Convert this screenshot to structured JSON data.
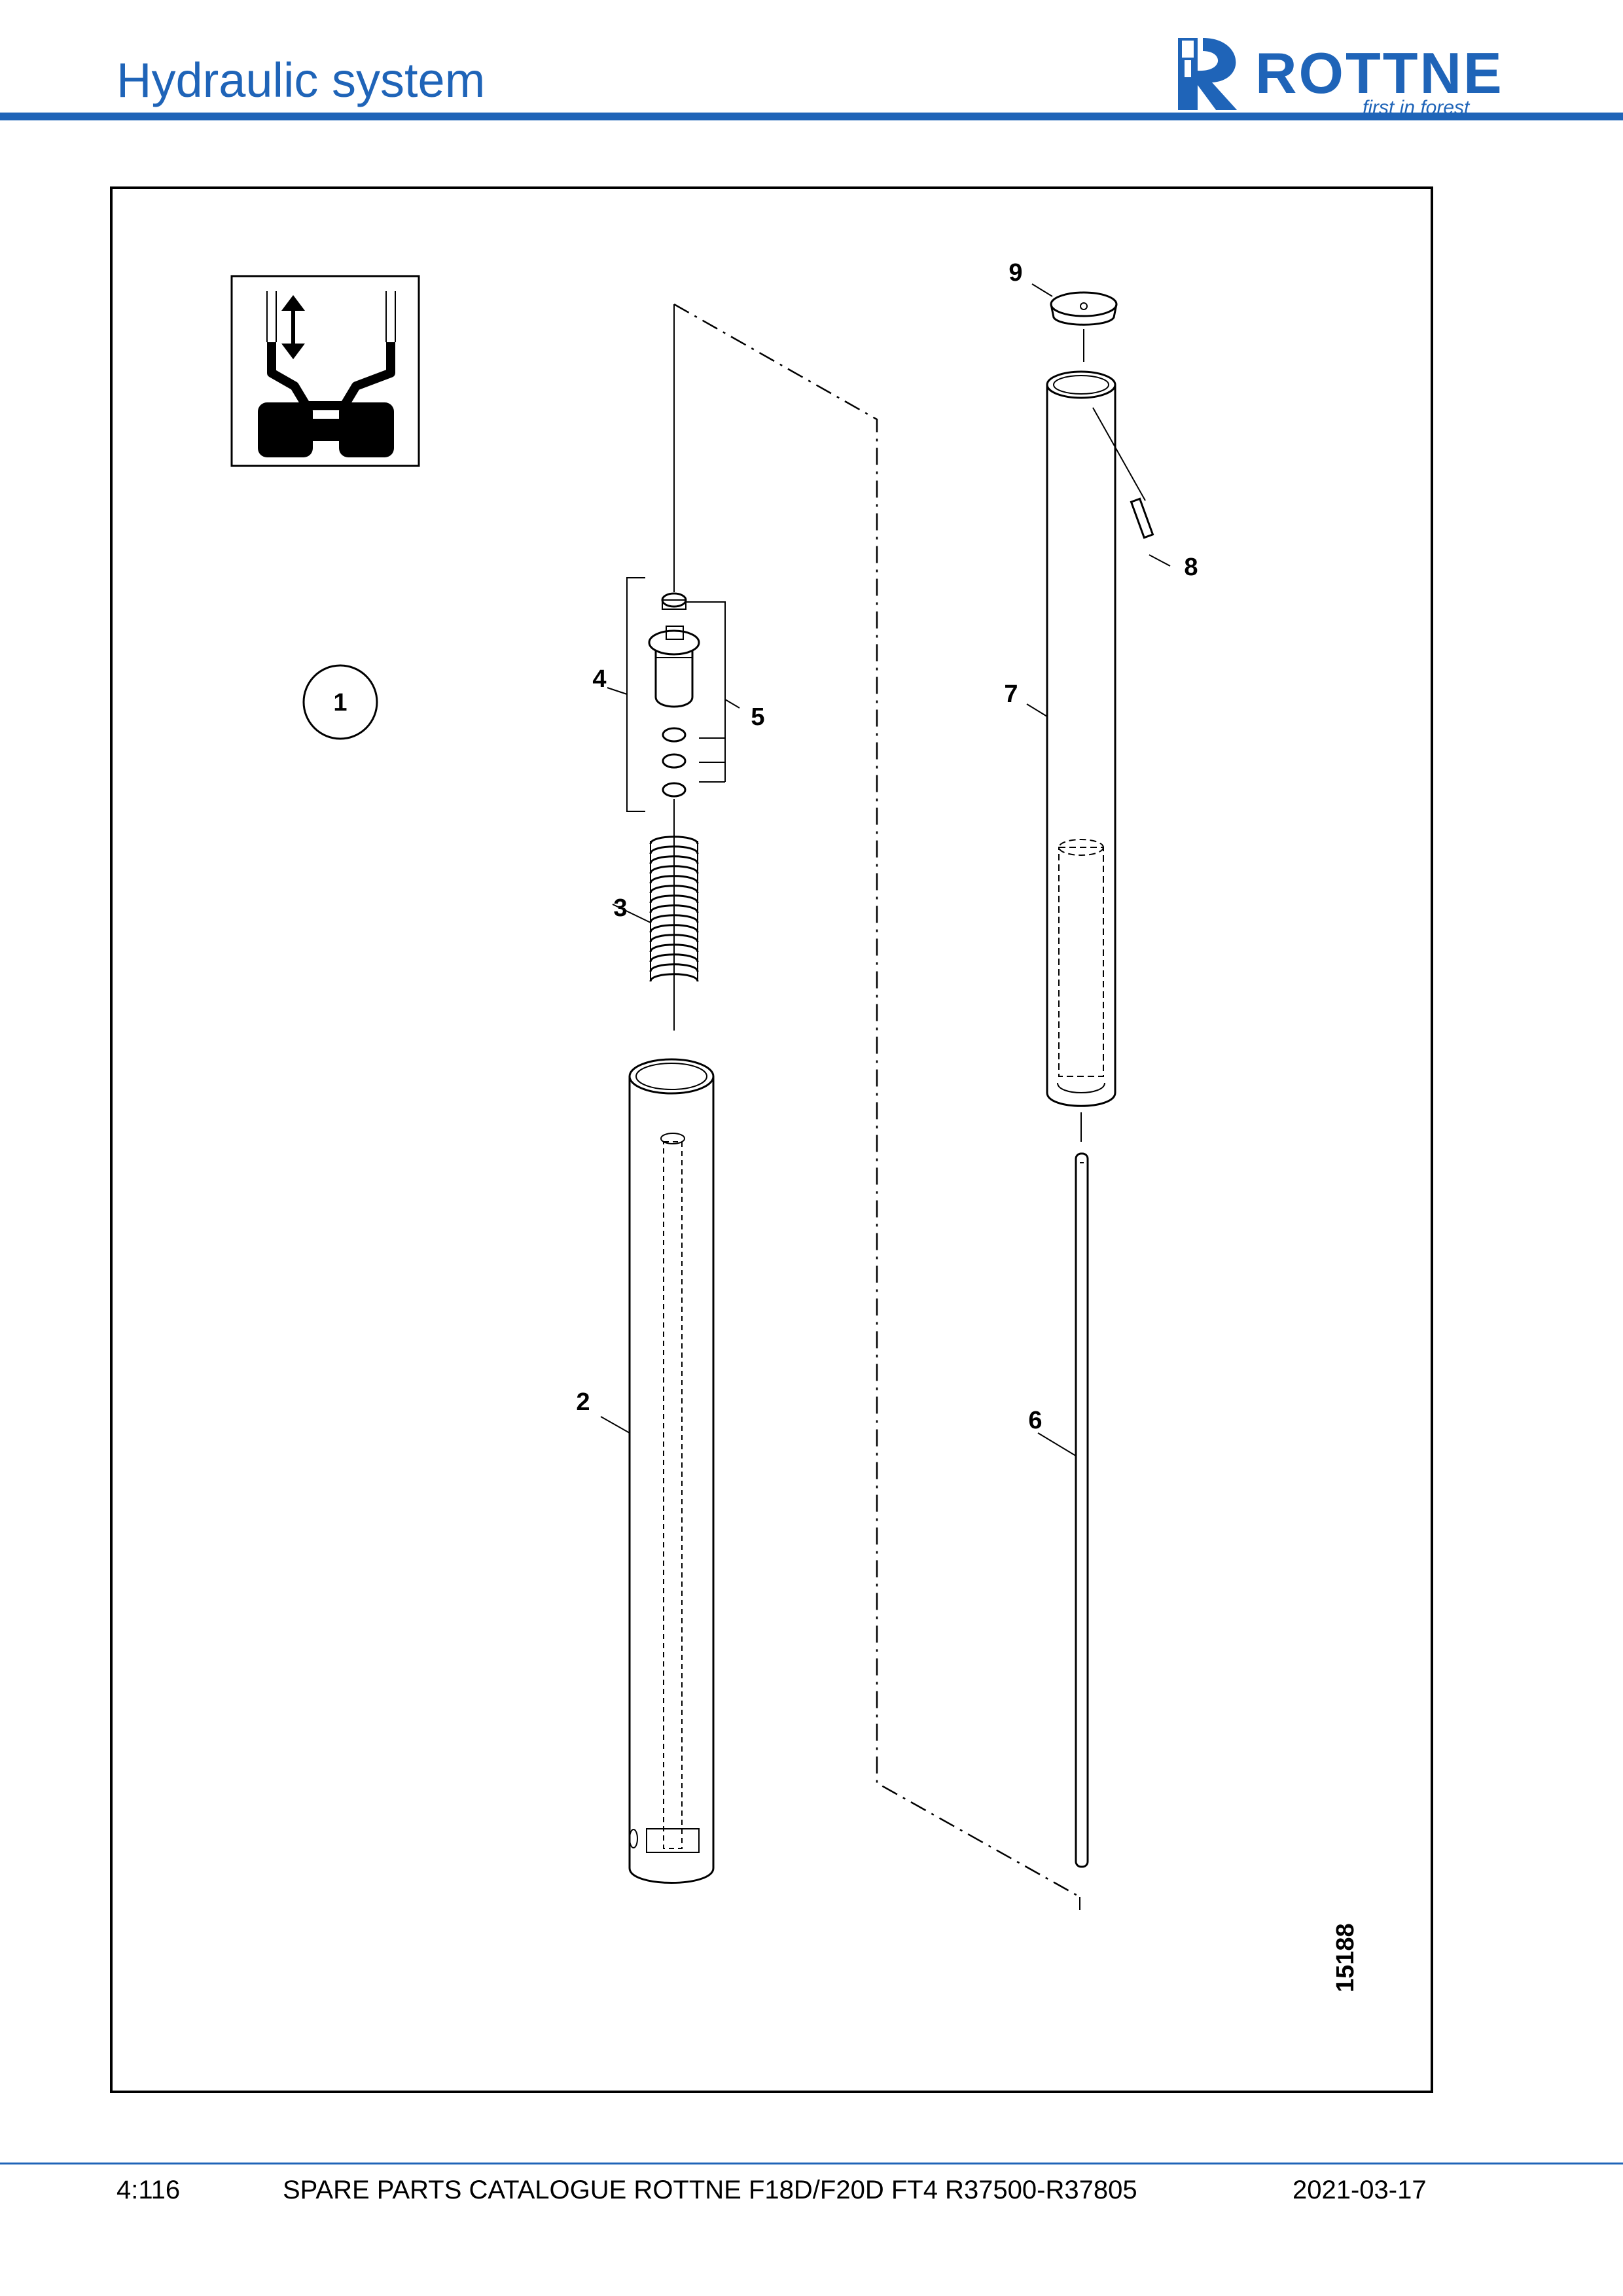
{
  "header": {
    "title": "Hydraulic system",
    "logo_text": "ROTTNE",
    "logo_tagline": "first in forest",
    "brand_color": "#1f64b8"
  },
  "diagram": {
    "group_label": "1",
    "drawing_number": "15188",
    "callouts": [
      "2",
      "3",
      "4",
      "5",
      "6",
      "7",
      "8",
      "9"
    ],
    "pictogram_icon": "cab-lift-arrow-icon"
  },
  "footer": {
    "page": "4:116",
    "catalogue": "SPARE PARTS CATALOGUE ROTTNE F18D/F20D FT4 R37500-R37805",
    "date": "2021-03-17"
  }
}
